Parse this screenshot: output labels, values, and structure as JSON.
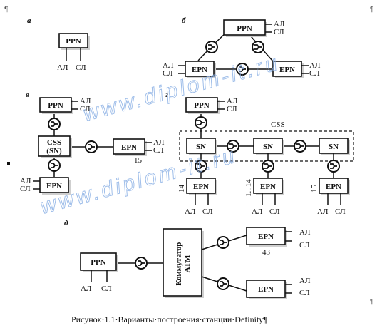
{
  "pilcrow": "¶",
  "panels": {
    "a": "а",
    "b": "б",
    "v": "в",
    "g": "г",
    "d": "д"
  },
  "labels": {
    "al": "АЛ",
    "sl": "СЛ",
    "ppn": "PPN",
    "epn": "EPN",
    "css_sn_top": "CSS",
    "css_sn_bottom": "(SN)",
    "sn": "SN",
    "css_group": "CSS",
    "switch_line1": "Коммутатор",
    "switch_line2": "ATM",
    "n15": "15",
    "r_1_14": "1...14",
    "r_14": "14",
    "r_15": "15",
    "n43": "43"
  },
  "watermark": "www.diplom-it.ru",
  "caption": "Рисунок·1.1·Варианты·построения·станции·Definity¶"
}
